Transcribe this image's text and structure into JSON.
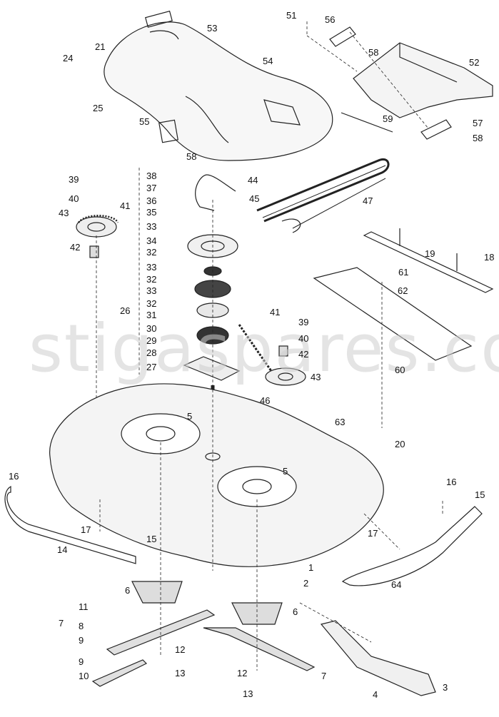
{
  "diagram": {
    "watermark": "stigaspares.co.uk",
    "callouts": [
      "1",
      "2",
      "3",
      "4",
      "5",
      "5",
      "6",
      "6",
      "7",
      "7",
      "8",
      "9",
      "9",
      "10",
      "11",
      "12",
      "12",
      "13",
      "13",
      "14",
      "15",
      "15",
      "16",
      "16",
      "17",
      "17",
      "18",
      "19",
      "20",
      "21",
      "24",
      "25",
      "26",
      "27",
      "28",
      "29",
      "30",
      "31",
      "32",
      "32",
      "32",
      "33",
      "33",
      "33",
      "34",
      "35",
      "36",
      "37",
      "38",
      "39",
      "39",
      "40",
      "40",
      "41",
      "41",
      "42",
      "42",
      "43",
      "43",
      "44",
      "45",
      "46",
      "47",
      "51",
      "52",
      "53",
      "54",
      "55",
      "56",
      "57",
      "58",
      "58",
      "58",
      "59",
      "60",
      "61",
      "62",
      "63",
      "64"
    ]
  }
}
